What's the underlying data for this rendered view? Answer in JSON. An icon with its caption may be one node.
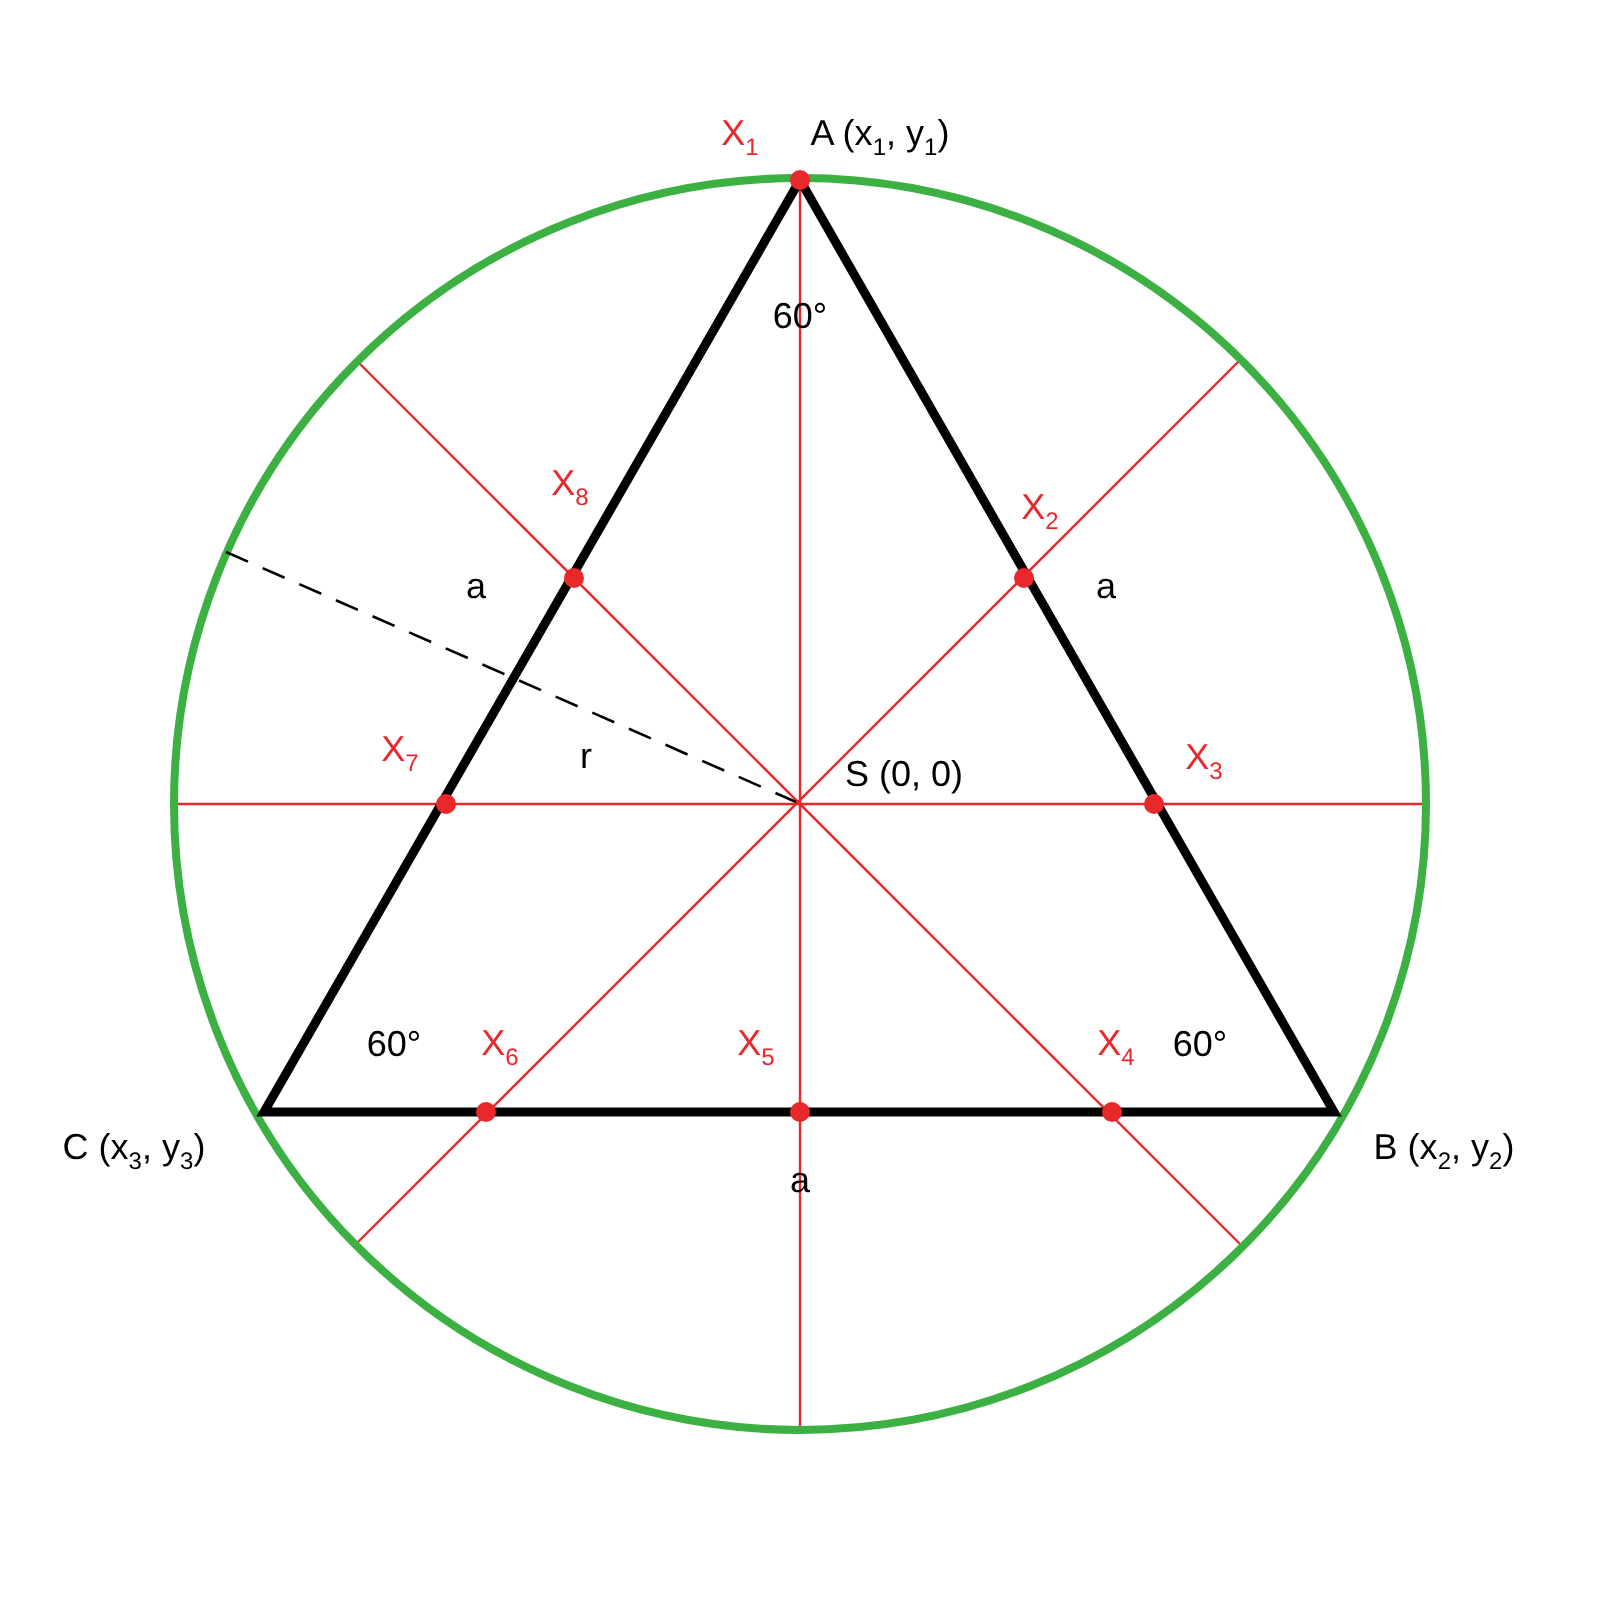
{
  "diagram": {
    "labels": [
      "X$_{1}$",
      "A (x$_{1}$, y$_{1}$)",
      "60°",
      "X$_{8}$",
      "X$_{2}$",
      "a",
      "a",
      "X$_{7}$",
      "r",
      "S (0, 0)",
      "X$_{3}$",
      "60°",
      "X$_{6}$",
      "X$_{5}$",
      "X$_{4}$",
      "60°",
      "C (x$_{3}$, y$_{3}$)",
      "B (x$_{2}$, y$_{2}$)",
      "a"
    ]
  }
}
